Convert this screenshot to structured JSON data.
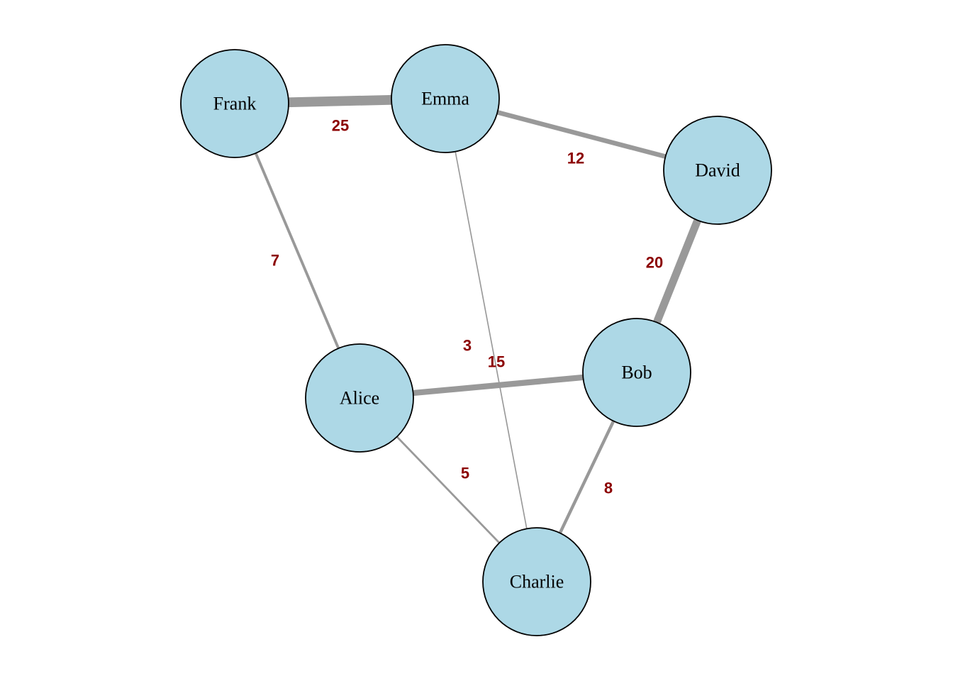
{
  "graph": {
    "node_fill": "#add8e6",
    "node_stroke": "#000000",
    "edge_color": "#999999",
    "label_color": "#8b0000",
    "nodes": [
      {
        "id": "Frank",
        "label": "Frank"
      },
      {
        "id": "Emma",
        "label": "Emma"
      },
      {
        "id": "David",
        "label": "David"
      },
      {
        "id": "Alice",
        "label": "Alice"
      },
      {
        "id": "Bob",
        "label": "Bob"
      },
      {
        "id": "Charlie",
        "label": "Charlie"
      }
    ],
    "edges": [
      {
        "source": "Frank",
        "target": "Emma",
        "weight": 25,
        "label": "25"
      },
      {
        "source": "Emma",
        "target": "David",
        "weight": 12,
        "label": "12"
      },
      {
        "source": "David",
        "target": "Bob",
        "weight": 20,
        "label": "20"
      },
      {
        "source": "Frank",
        "target": "Alice",
        "weight": 7,
        "label": "7"
      },
      {
        "source": "Alice",
        "target": "Bob",
        "weight": 15,
        "label": "15"
      },
      {
        "source": "Emma",
        "target": "Charlie",
        "weight": 3,
        "label": "3"
      },
      {
        "source": "Alice",
        "target": "Charlie",
        "weight": 5,
        "label": "5"
      },
      {
        "source": "Bob",
        "target": "Charlie",
        "weight": 8,
        "label": "8"
      }
    ]
  }
}
